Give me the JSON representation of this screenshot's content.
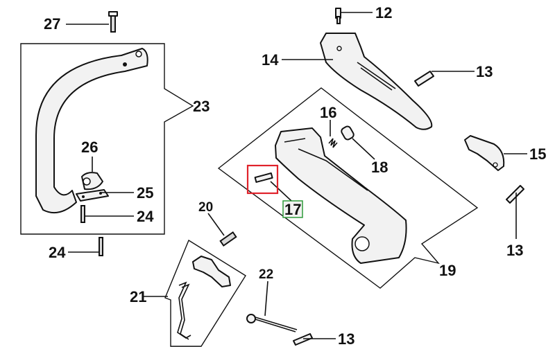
{
  "callouts": {
    "c27": "27",
    "c12": "12",
    "c14": "14",
    "c13a": "13",
    "c23": "23",
    "c16": "16",
    "c26": "26",
    "c15": "15",
    "c18": "18",
    "c25": "25",
    "c24a": "24",
    "c17": "17",
    "c20": "20",
    "c13b": "13",
    "c24b": "24",
    "c19": "19",
    "c21": "21",
    "c22": "22",
    "c13c": "13"
  },
  "highlight": {
    "part": "17",
    "box_color": "#e0222a",
    "label_border_color": "#2e9b3a"
  }
}
